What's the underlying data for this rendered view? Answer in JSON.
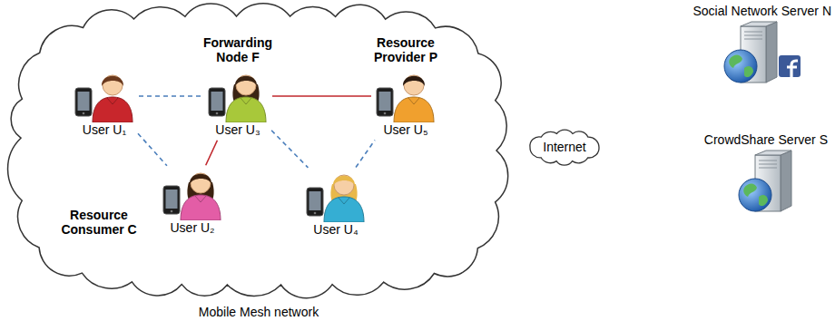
{
  "diagram": {
    "nodes": [
      {
        "text": [
          "Mobile Mesh network"
        ]
      },
      {
        "text": [
          "User U₁"
        ],
        "in": 0
      },
      {
        "text": [
          "Forwarding Node F",
          "User U₃"
        ],
        "in": 0
      },
      {
        "text": [
          "Resource Provider P",
          "User U₅"
        ],
        "in": 0
      },
      {
        "text": [
          "Resource Consumer C",
          "User U₂"
        ],
        "in": 0
      },
      {
        "text": [
          "User U₄"
        ],
        "in": 0
      },
      {
        "text": [
          "Internet"
        ]
      },
      {
        "text": [
          "Social Network Server N"
        ]
      },
      {
        "text": [
          "CrowdShare Server S"
        ]
      }
    ],
    "edges": [
      {
        "from": 1,
        "to": 2,
        "arrow": "none"
      },
      {
        "from": 1,
        "to": 4,
        "arrow": "none"
      },
      {
        "from": 4,
        "to": 2,
        "arrow": "none"
      },
      {
        "from": 2,
        "to": 3,
        "arrow": "none"
      },
      {
        "from": 2,
        "to": 5,
        "arrow": "none"
      },
      {
        "from": 5,
        "to": 3,
        "arrow": "none"
      }
    ]
  }
}
